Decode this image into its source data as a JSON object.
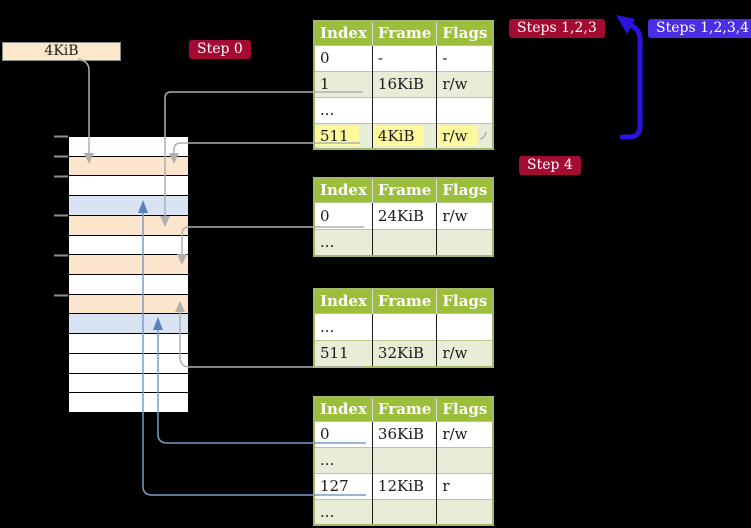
{
  "diagram": {
    "frame_size_label": "4KiB",
    "step_labels": {
      "step0": "Step 0",
      "steps123": "Steps 1,2,3",
      "steps1234": "Steps 1,2,3,4",
      "step4": "Step 4"
    }
  },
  "memory": {
    "description": "physical-memory-frames-top-to-bottom",
    "rows": [
      "white",
      "peach",
      "white",
      "blue",
      "peach",
      "white",
      "peach",
      "white",
      "peach",
      "blue",
      "white",
      "white",
      "white",
      "white"
    ]
  },
  "tables": [
    {
      "name": "page-table-level-1",
      "headers": [
        "Index",
        "Frame",
        "Flags"
      ],
      "rows": [
        {
          "cells": [
            "0",
            "-",
            "-"
          ],
          "shaded": false,
          "highlight": false
        },
        {
          "cells": [
            "1",
            "16KiB",
            "r/w"
          ],
          "shaded": true,
          "highlight": false
        },
        {
          "cells": [
            "...",
            "",
            ""
          ],
          "shaded": false,
          "highlight": false
        },
        {
          "cells": [
            "511",
            "4KiB",
            "r/w"
          ],
          "shaded": true,
          "highlight": true
        }
      ]
    },
    {
      "name": "page-table-level-2",
      "headers": [
        "Index",
        "Frame",
        "Flags"
      ],
      "rows": [
        {
          "cells": [
            "0",
            "24KiB",
            "r/w"
          ],
          "shaded": false,
          "highlight": false
        },
        {
          "cells": [
            "...",
            "",
            ""
          ],
          "shaded": true,
          "highlight": false
        }
      ]
    },
    {
      "name": "page-table-level-3",
      "headers": [
        "Index",
        "Frame",
        "Flags"
      ],
      "rows": [
        {
          "cells": [
            "...",
            "",
            ""
          ],
          "shaded": false,
          "highlight": false
        },
        {
          "cells": [
            "511",
            "32KiB",
            "r/w"
          ],
          "shaded": true,
          "highlight": false
        }
      ]
    },
    {
      "name": "page-table-level-4",
      "headers": [
        "Index",
        "Frame",
        "Flags"
      ],
      "rows": [
        {
          "cells": [
            "0",
            "36KiB",
            "r/w"
          ],
          "shaded": false,
          "highlight": false
        },
        {
          "cells": [
            "...",
            "",
            ""
          ],
          "shaded": true,
          "highlight": false
        },
        {
          "cells": [
            "127",
            "12KiB",
            "r"
          ],
          "shaded": false,
          "highlight": false
        },
        {
          "cells": [
            "...",
            "",
            ""
          ],
          "shaded": true,
          "highlight": false
        }
      ]
    }
  ],
  "colors": {
    "background": "#000000",
    "header_green": "#9cbe3a",
    "row_green": "#e7edd7",
    "table_border": "#a3b968",
    "table_row_sep": "#b9ca8c",
    "highlight_yellow": "#fdf99c",
    "peach": "#fce5cd",
    "light_blue": "#dae3f3",
    "beige": "#fbe8c8",
    "step_red": "#a30b33",
    "label_blue": "#4b2de4",
    "big_arrow_blue": "#2b13e0",
    "connector_grey": "#b0b0b0",
    "connector_blue": "#7e9cca",
    "connector_blue_head": "#5a82ba",
    "tick_grey": "#909090"
  }
}
